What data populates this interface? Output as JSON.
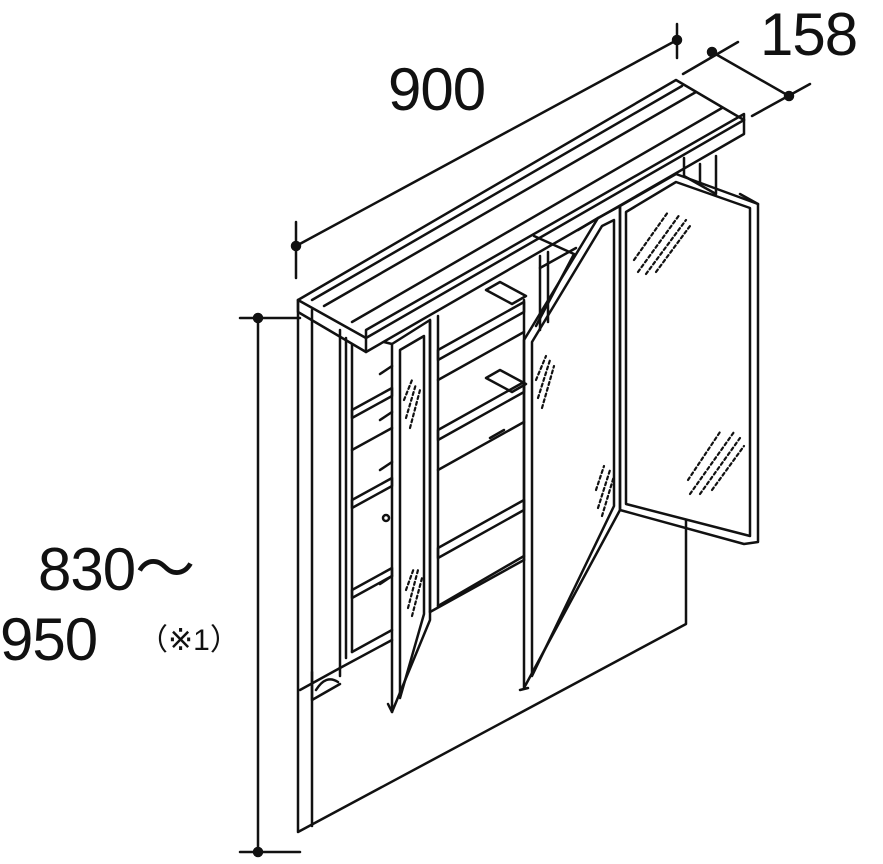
{
  "dimensions": {
    "width": "900",
    "depth": "158",
    "height_range": "830〜",
    "height_max": "950",
    "height_note": "（※1）"
  },
  "colors": {
    "line": "#111111",
    "background": "#ffffff"
  }
}
